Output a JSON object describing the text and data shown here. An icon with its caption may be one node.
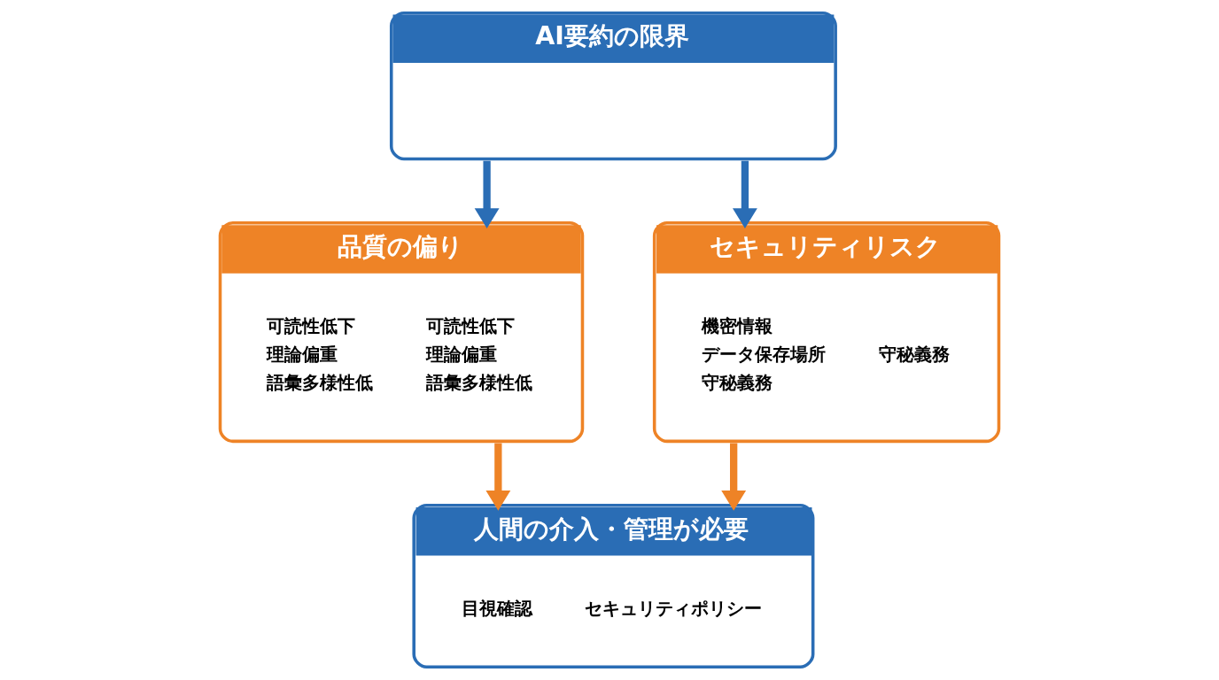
{
  "diagram": {
    "nodes": [
      {
        "text": [
          "AI要約の限界"
        ]
      },
      {
        "text": [
          "品質の偏り",
          "可読性低下",
          "理論偏重",
          "語彙多様性低",
          "可読性低下",
          "理論偏重",
          "語彙多様性低"
        ]
      },
      {
        "text": [
          "セキュリティリスク",
          "機密情報",
          "データ保存場所",
          "守秘義務",
          "守秘義務"
        ]
      },
      {
        "text": [
          "人間の介入・管理が必要",
          "目視確認",
          "セキュリティポリシー"
        ]
      }
    ],
    "edges": [
      {
        "from": 0,
        "to": 1,
        "arrow": "to",
        "color": "#2a6db5"
      },
      {
        "from": 0,
        "to": 2,
        "arrow": "to",
        "color": "#2a6db5"
      },
      {
        "from": 1,
        "to": 3,
        "arrow": "to",
        "color": "#ee8326"
      },
      {
        "from": 2,
        "to": 3,
        "arrow": "to",
        "color": "#ee8326"
      }
    ]
  }
}
